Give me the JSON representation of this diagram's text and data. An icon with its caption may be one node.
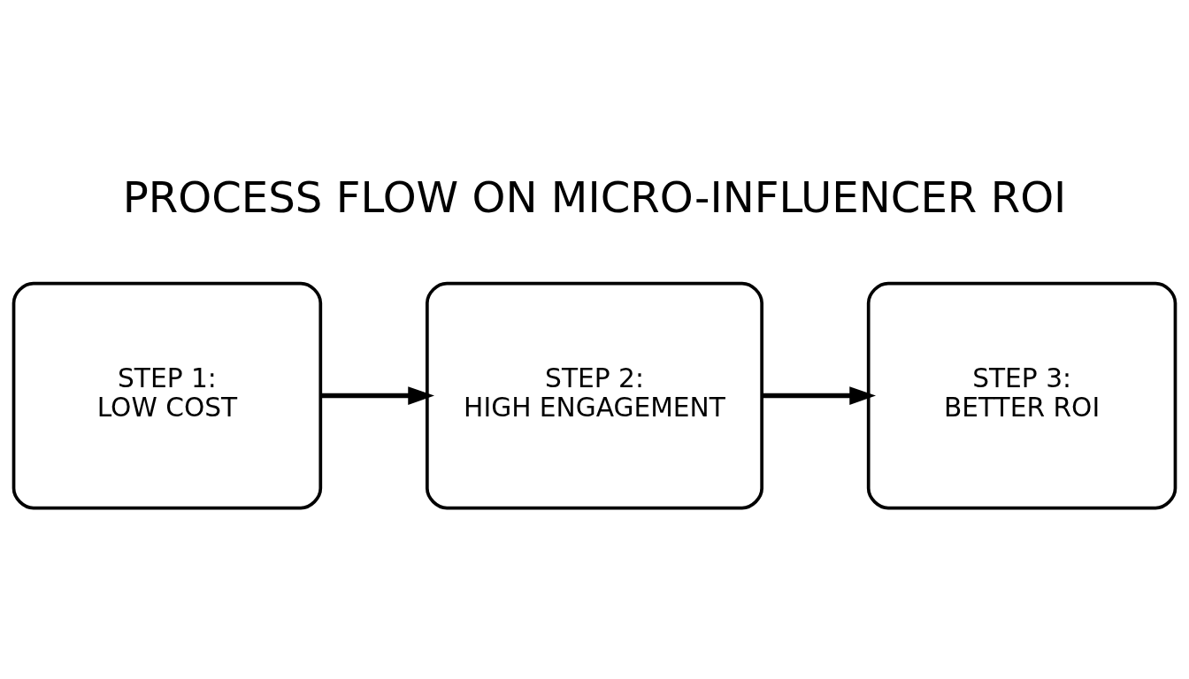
{
  "diagram": {
    "title": "PROCESS FLOW ON MICRO-INFLUENCER ROI",
    "nodes": [
      {
        "text": [
          "STEP 1:",
          "LOW COST"
        ]
      },
      {
        "text": [
          "STEP 2:",
          "HIGH ENGAGEMENT"
        ]
      },
      {
        "text": [
          "STEP 3:",
          "BETTER ROI"
        ]
      }
    ],
    "edges": [
      {
        "from": 0,
        "to": 1,
        "arrow": "to"
      },
      {
        "from": 1,
        "to": 2,
        "arrow": "to"
      }
    ]
  }
}
